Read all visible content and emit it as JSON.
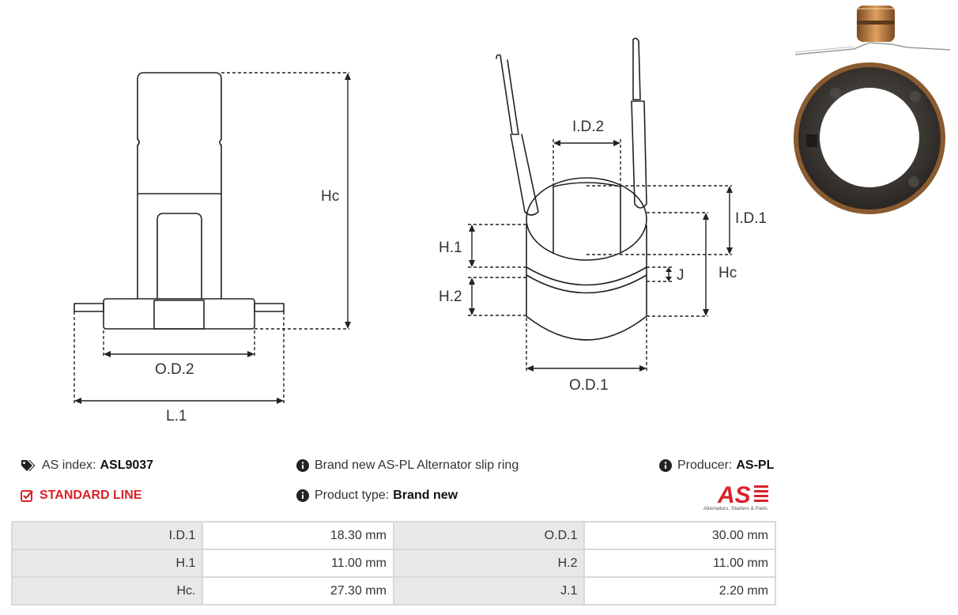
{
  "drawing_labels": {
    "left_hc": "Hc",
    "od2": "O.D.2",
    "l1": "L.1",
    "id2": "I.D.2",
    "id1": "I.D.1",
    "h1": "H.1",
    "h2": "H.2",
    "j": "J",
    "right_hc": "Hc",
    "od1": "O.D.1"
  },
  "info": {
    "as_index_label": "AS index:",
    "as_index_value": "ASL9037",
    "standard_line": "STANDARD LINE",
    "description": "Brand new AS-PL Alternator slip ring",
    "product_type_label": "Product type:",
    "product_type_value": "Brand new",
    "producer_label": "Producer:",
    "producer_value": "AS-PL"
  },
  "logo": {
    "mark": "AS",
    "tagline": "Alternators, Starters & Parts"
  },
  "specs": [
    {
      "label1": "I.D.1",
      "value1": "18.30 mm",
      "label2": "O.D.1",
      "value2": "30.00 mm"
    },
    {
      "label1": "H.1",
      "value1": "11.00 mm",
      "label2": "H.2",
      "value2": "11.00 mm"
    },
    {
      "label1": "Hc.",
      "value1": "27.30 mm",
      "label2": "J.1",
      "value2": "2.20 mm"
    }
  ],
  "colors": {
    "accent_red": "#d8232a",
    "line": "#222222",
    "table_label_bg": "#e8e8e8",
    "table_border": "#d9d9d9"
  },
  "icons": [
    "tags-icon",
    "checkbox-icon",
    "info-icon",
    "copper-slip-ring-photo"
  ]
}
